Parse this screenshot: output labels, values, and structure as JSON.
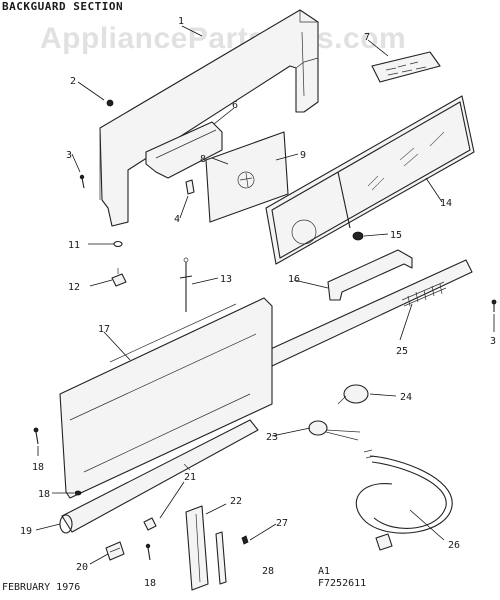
{
  "title": "BACKGUARD SECTION",
  "watermark": "AppliancePartsPros.com",
  "footer_left": "FEBRUARY 1976",
  "footer_right_top": "A1",
  "footer_right_bottom": "F7252611",
  "callouts": [
    {
      "n": "1"
    },
    {
      "n": "2"
    },
    {
      "n": "3"
    },
    {
      "n": "3"
    },
    {
      "n": "4"
    },
    {
      "n": "6"
    },
    {
      "n": "7"
    },
    {
      "n": "8"
    },
    {
      "n": "9"
    },
    {
      "n": "11"
    },
    {
      "n": "12"
    },
    {
      "n": "13"
    },
    {
      "n": "14"
    },
    {
      "n": "15"
    },
    {
      "n": "16"
    },
    {
      "n": "17"
    },
    {
      "n": "18"
    },
    {
      "n": "18"
    },
    {
      "n": "18"
    },
    {
      "n": "19"
    },
    {
      "n": "20"
    },
    {
      "n": "21"
    },
    {
      "n": "22"
    },
    {
      "n": "23"
    },
    {
      "n": "24"
    },
    {
      "n": "25"
    },
    {
      "n": "26"
    },
    {
      "n": "27"
    },
    {
      "n": "28"
    }
  ]
}
